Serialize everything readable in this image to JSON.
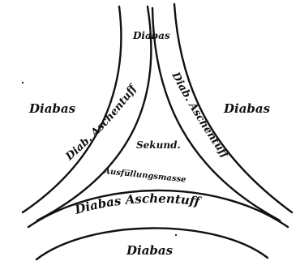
{
  "figure": {
    "labels": {
      "diabas_left": "Diabas",
      "diabas_right": "Diabas",
      "diabas_top": "Diabas",
      "diabas_bottom": "Diabas",
      "tuff_left": "Diab. Aschentuff",
      "tuff_right": "Diab. Aschentuff",
      "tuff_bottom": "Diabas Aschentuff",
      "center_line1": "Sekund.",
      "center_line2": "Ausfüllungsmasse"
    }
  }
}
